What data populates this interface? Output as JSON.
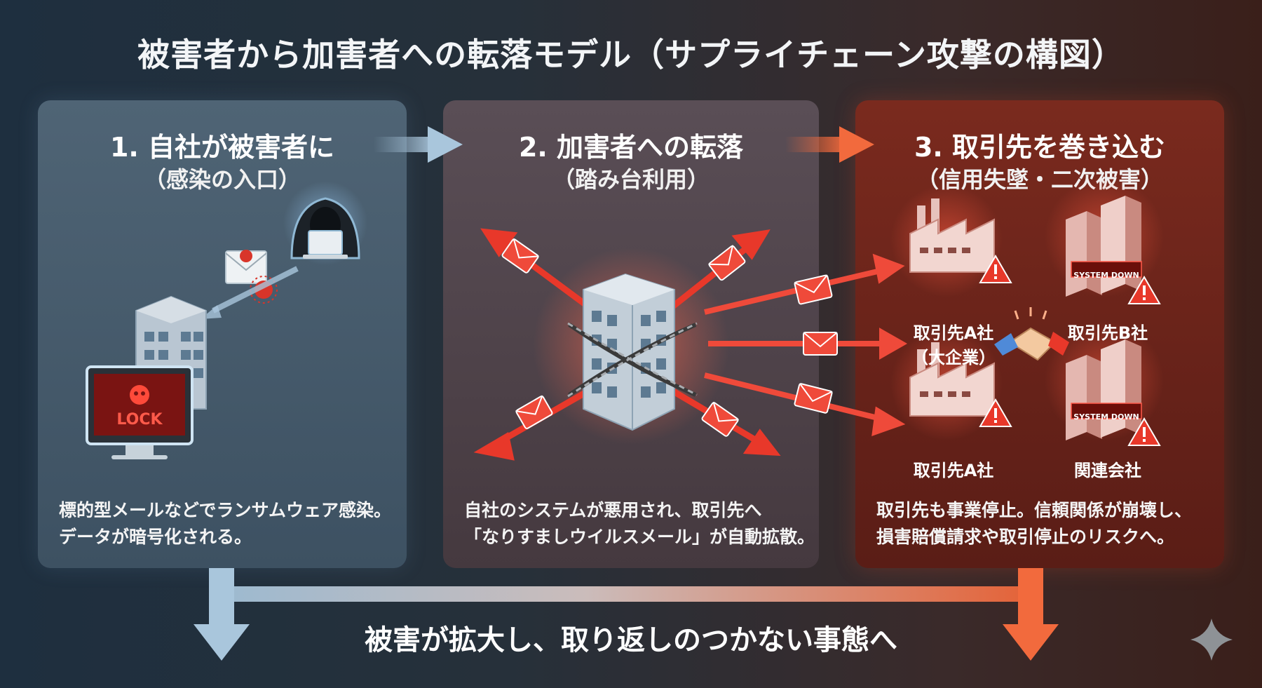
{
  "title": "被害者から加害者への転落モデル（サプライチェーン攻撃の構図）",
  "panels": [
    {
      "title": "1. 自社が被害者に",
      "subtitle": "（感染の入口）",
      "screen_label": "LOCK",
      "desc_lines": [
        "標的型メールなどでランサムウェア感染。",
        "データが暗号化される。"
      ]
    },
    {
      "title": "2. 加害者への転落",
      "subtitle": "（踏み台利用）",
      "desc_lines": [
        "自社のシステムが悪用され、取引先へ",
        "「なりすましウイルスメール」が自動拡散。"
      ]
    },
    {
      "title": "3. 取引先を巻き込む",
      "subtitle": "（信用失墜・二次被害）",
      "partners": {
        "a_large_line1": "取引先A社",
        "a_large_line2": "（大企業）",
        "b": "取引先B社",
        "a": "取引先A社",
        "affiliate": "関連会社",
        "system_down": "SYSTEM DOWN"
      },
      "desc_lines": [
        "取引先も事業停止。信頼関係が崩壊し、",
        "損害賠償請求や取引停止のリスクへ。"
      ]
    }
  ],
  "bottom_text": "被害が拡大し、取り返しのつかない事態へ",
  "colors": {
    "panel1": "#4f6475",
    "panel2": "#5a4e56",
    "panel3": "#7a2a1e",
    "alert_red": "#e8382a",
    "arrow_blue": "#a9c6dc",
    "arrow_orange": "#f26a3d"
  },
  "icons": [
    "hacker-icon",
    "virus-mail-icon",
    "building-icon",
    "monitor-lock-icon",
    "skull-icon",
    "chain-icon",
    "envelope-icon",
    "factory-icon",
    "server-tower-icon",
    "warning-icon",
    "handshake-icon",
    "sparkle-icon"
  ]
}
